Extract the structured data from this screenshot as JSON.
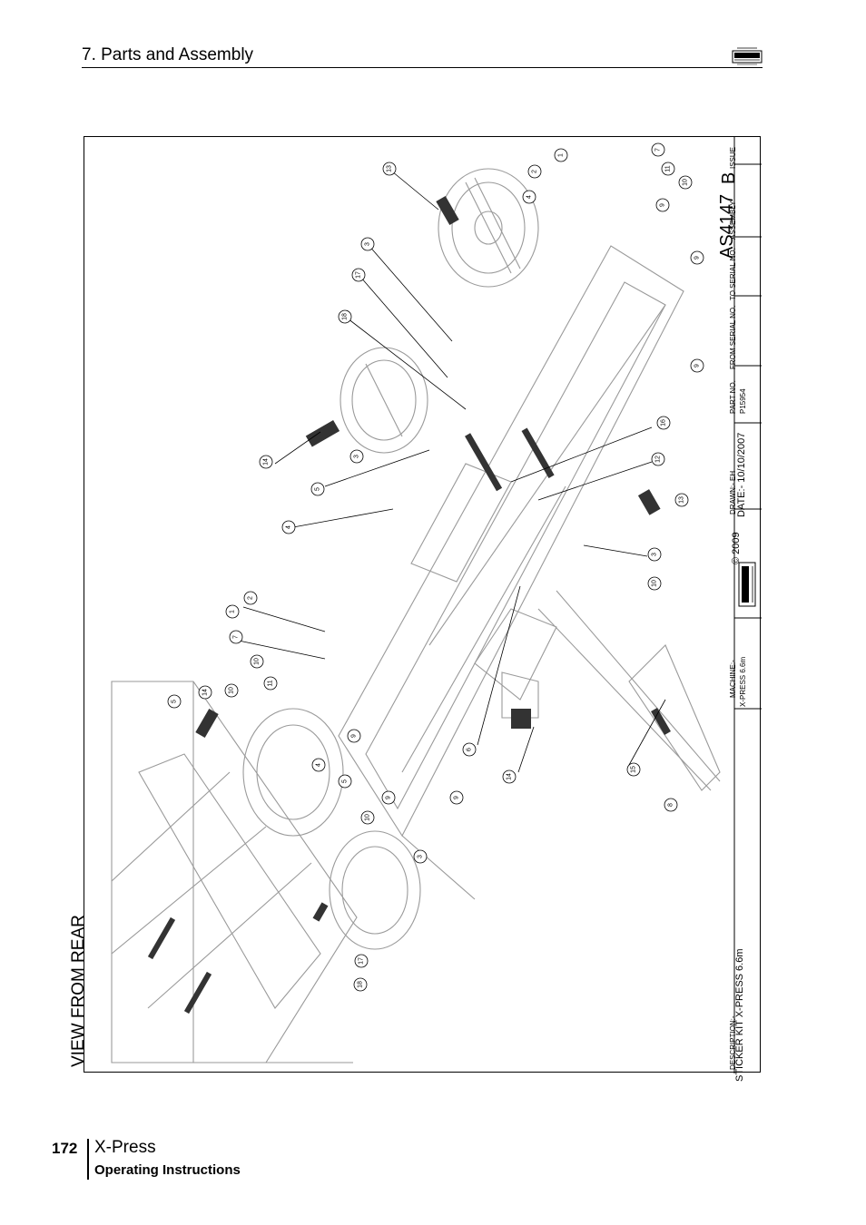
{
  "header": {
    "section_title": "7. Parts and Assembly"
  },
  "drawing": {
    "view_label": "VIEW FROM REAR",
    "callouts_upper": [
      "13",
      "1",
      "2",
      "7",
      "4",
      "11",
      "10",
      "9",
      "3",
      "17",
      "18",
      "9",
      "9",
      "16",
      "14",
      "3",
      "5",
      "12",
      "13",
      "4",
      "3",
      "10",
      "2",
      "1",
      "7",
      "10",
      "11",
      "9",
      "6",
      "9",
      "9",
      "14",
      "15",
      "8"
    ],
    "callouts_lower": [
      "5",
      "14",
      "10",
      "4",
      "5",
      "10",
      "3",
      "17",
      "18"
    ]
  },
  "title_block": {
    "description_label": "DESCRIPTION:-",
    "description": "STICKER KIT X-PRESS 6.6m",
    "machine_label": "MACHINE:-",
    "machine": "X-PRESS 6.6m",
    "copyright": "© 2009",
    "drawn": "DRAWN:- EH",
    "date": "DATE:- 10/10/2007",
    "part_no_label": "PART NO.",
    "part_no": "P15954",
    "from_serial_label": "FROM SERIAL NO.",
    "to_serial_label": "TO SERIAL NO.",
    "assembly_label": "ASSEMBLY",
    "assembly": "AS4147",
    "issue_label": "ISSUE",
    "issue": "B"
  },
  "footer": {
    "page_number": "172",
    "product": "X-Press",
    "subtitle": "Operating Instructions"
  }
}
